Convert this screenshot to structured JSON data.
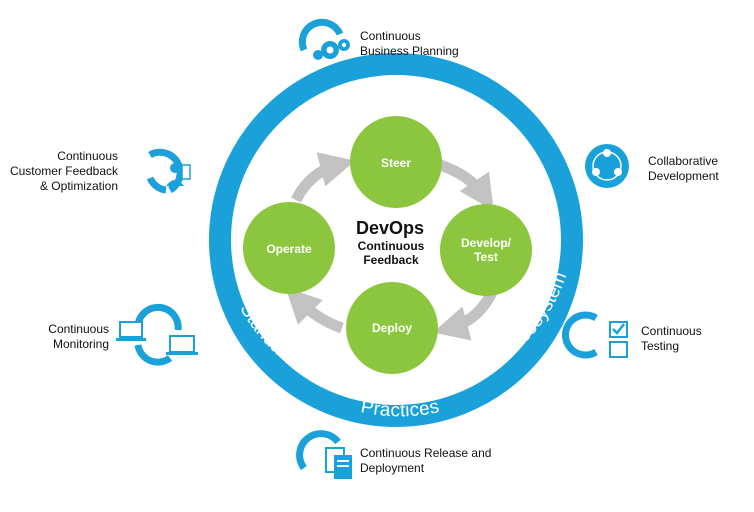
{
  "colors": {
    "ring": "#1ba1d9",
    "node": "#8cc63f",
    "arrow": "#c2c2c2",
    "text": "#111111"
  },
  "center": {
    "title": "DevOps",
    "line1": "Continuous",
    "line2": "Feedback"
  },
  "nodes": {
    "steer": "Steer",
    "develop_line1": "Develop/",
    "develop_line2": "Test",
    "deploy": "Deploy",
    "operate": "Operate"
  },
  "ring": {
    "standards": "Standards",
    "practices": "Practices",
    "ecosystem": "Ecosystem"
  },
  "outer": {
    "business_planning": {
      "line1": "Continuous",
      "line2": "Business Planning",
      "icon": "gears-cycle-icon"
    },
    "collaborative_development": {
      "line1": "Collaborative",
      "line2": "Development",
      "icon": "people-network-icon"
    },
    "testing": {
      "line1": "Continuous",
      "line2": "Testing",
      "icon": "checkbox-list-icon"
    },
    "release_deployment": {
      "line1": "Continuous Release and",
      "line2": "Deployment",
      "icon": "documents-icon"
    },
    "monitoring": {
      "line1": "Continuous",
      "line2": "Monitoring",
      "icon": "laptops-icon"
    },
    "customer_feedback": {
      "line1": "Continuous",
      "line2": "Customer Feedback",
      "line3": "& Optimization",
      "icon": "customer-icon"
    }
  }
}
